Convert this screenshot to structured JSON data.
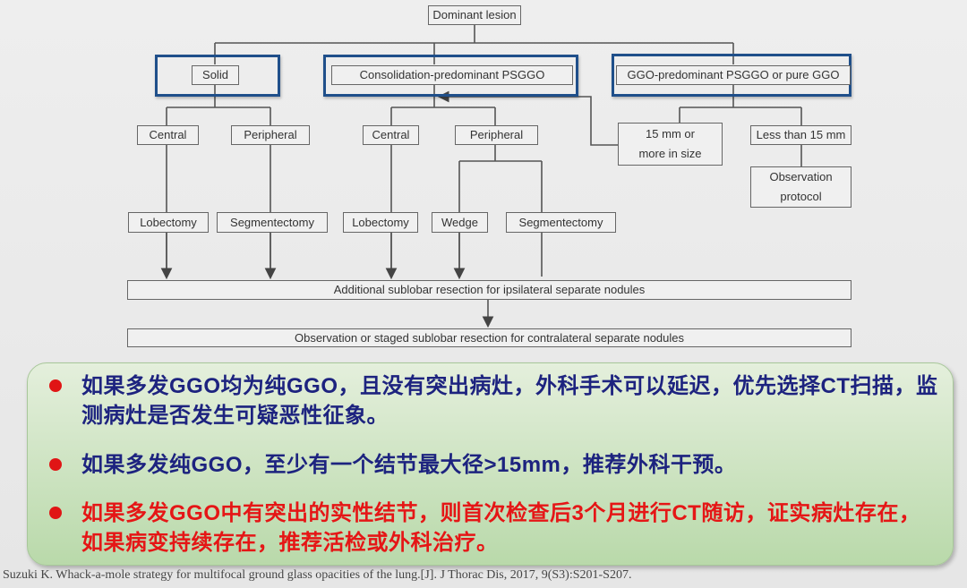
{
  "flowchart": {
    "root": "Dominant lesion",
    "solid": "Solid",
    "consolidation": "Consolidation-predominant PSGGO",
    "ggo": "GGO-predominant PSGGO or pure GGO",
    "solid_central": "Central",
    "solid_peripheral": "Peripheral",
    "cons_central": "Central",
    "cons_peripheral": "Peripheral",
    "ggo_large": "15 mm or more in size",
    "ggo_small": "Less than 15 mm",
    "observation_protocol": "Observation protocol",
    "lobectomy1": "Lobectomy",
    "segmentectomy1": "Segmentectomy",
    "lobectomy2": "Lobectomy",
    "wedge": "Wedge",
    "segmentectomy2": "Segmentectomy",
    "additional": "Additional sublobar resection for ipsilateral separate nodules",
    "observation": "Observation or staged sublobar resection for contralateral separate nodules"
  },
  "notes": [
    {
      "text": "如果多发GGO均为纯GGO，且没有突出病灶，外科手术可以延迟，优先选择CT扫描，监测病灶是否发生可疑恶性征象。",
      "color": "#1d237f"
    },
    {
      "text": "如果多发纯GGO，至少有一个结节最大径>15mm，推荐外科干预。",
      "color": "#1d237f"
    },
    {
      "text": "如果多发GGO中有突出的实性结节，则首次检查后3个月进行CT随访，证实病灶存在，如果病变持续存在，推荐活检或外科治疗。",
      "color": "#e51616"
    }
  ],
  "citation": "Suzuki K. Whack-a-mole strategy for multifocal ground glass opacities of the lung.[J]. J Thorac Dis, 2017, 9(S3):S201-S207."
}
